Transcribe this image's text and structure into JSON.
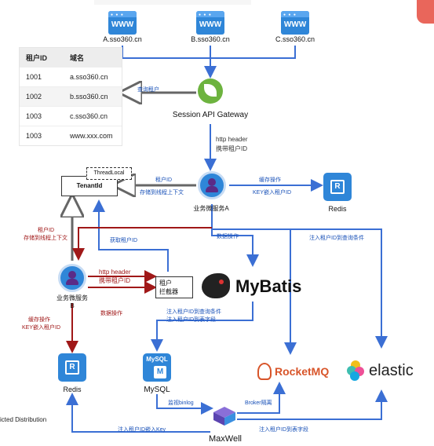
{
  "sites": [
    {
      "label": "WWW",
      "domain": "A.sso360.cn"
    },
    {
      "label": "WWW",
      "domain": "B.sso360.cn"
    },
    {
      "label": "WWW",
      "domain": "C.sso360.cn"
    }
  ],
  "tenant_table": {
    "headers": [
      "租户ID",
      "域名"
    ],
    "rows": [
      [
        "1001",
        "a.sso360.cn"
      ],
      [
        "1002",
        "b.sso360.cn"
      ],
      [
        "1003",
        "c.sso360.cn"
      ],
      [
        "1003",
        "www.xxx.com"
      ]
    ]
  },
  "gateway": {
    "label": "Session API Gateway",
    "lookup": "查询租户"
  },
  "http_header_top": {
    "line1": "http header",
    "line2": "携带租户ID"
  },
  "service_a": {
    "label": "业务微服务A",
    "tenant_id": "租户ID",
    "store_ctx": "存储到线程上下文",
    "cache_op": "缓存操作",
    "key_tenant": "KEY嵌入租户ID",
    "data_op": "数据操作",
    "get_tenant": "获取租户ID",
    "inject_query": "注入租户ID到查询条件"
  },
  "threadlocal": {
    "label": "ThreadLocal"
  },
  "tenant_box": {
    "label": "TenantId"
  },
  "service_b": {
    "label1": "业务微服务",
    "label2": "B",
    "tenant_id": "租户ID",
    "store_ctx": "存储到线程上下文",
    "cache_op": "缓存操作",
    "key_tenant": "KEY嵌入租户ID",
    "http_header": "http header",
    "carry_tenant": "携带租户ID",
    "data_op": "数据操作"
  },
  "interceptor": {
    "line1": "租户",
    "line2": "拦截器"
  },
  "mybatis": {
    "label": "MyBatis",
    "inject_query": "注入租户ID到查询条件",
    "inject_field": "注入租户ID到表字段"
  },
  "redis_a": {
    "icon": "R",
    "label": "Redis"
  },
  "redis_b": {
    "icon": "R",
    "label": "Redis"
  },
  "mysql": {
    "icon": "MySQL",
    "doc": "M",
    "label": "MySQL",
    "binlog": "监视binlog"
  },
  "rocketmq": {
    "label": "RocketMQ",
    "isolation": "Broker隔离"
  },
  "elastic": {
    "label": "elastic"
  },
  "maxwell": {
    "label": "MaxWell",
    "inject_key": "注入租户ID嵌入Key",
    "inject_field": "注入租户ID到表字段"
  },
  "footer": {
    "text": "icted Distribution"
  },
  "colors": {
    "blue": "#2f86d8",
    "red": "#a01818",
    "green": "#6db33f",
    "arrow_blue": "#3b6fd4"
  }
}
